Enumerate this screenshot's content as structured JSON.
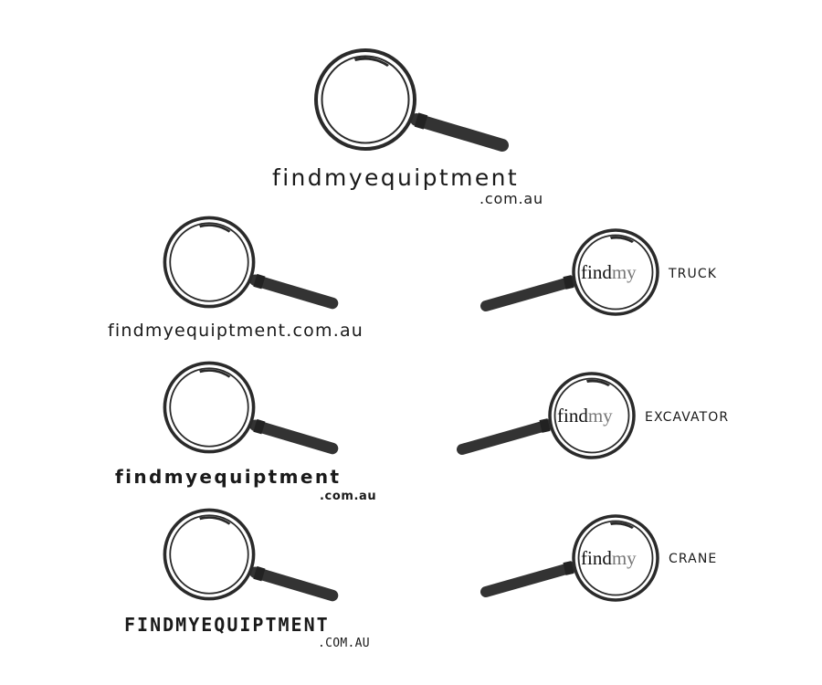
{
  "colors": {
    "ink": "#1a1a1a",
    "lens_my": "#777777",
    "handle": "#333333",
    "ring": "#2a2a2a"
  },
  "logos": [
    {
      "name": "findmyequiptment",
      "domain": ".com.au",
      "icon": "magnifying-glass-icon"
    },
    {
      "name": "findmyequiptment.com.au",
      "icon": "magnifying-glass-icon"
    },
    {
      "name": "findmyequiptment",
      "domain": ".com.au",
      "icon": "magnifying-glass-icon"
    },
    {
      "name": "FINDMYEQUIPTMENT",
      "domain": ".COM.AU",
      "icon": "magnifying-glass-icon"
    }
  ],
  "findmy_logos": [
    {
      "find": "find",
      "my": "my",
      "suffix": "TRUCK",
      "icon": "magnifying-glass-icon"
    },
    {
      "find": "find",
      "my": "my",
      "suffix": "EXCAVATOR",
      "icon": "magnifying-glass-icon"
    },
    {
      "find": "find",
      "my": "my",
      "suffix": "CRANE",
      "icon": "magnifying-glass-icon"
    }
  ]
}
